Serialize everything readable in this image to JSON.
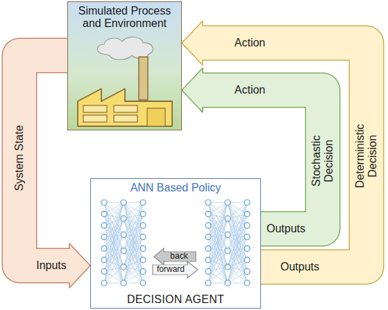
{
  "diagram": {
    "nodes": [
      {
        "text": [
          "Simulated Process and Environment"
        ]
      },
      {
        "text": [
          "ANN Based Policy",
          "DECISION AGENT"
        ]
      }
    ],
    "edges": [
      {
        "from": 0,
        "to": 1,
        "arrow": "to",
        "label": "System State"
      },
      {
        "from": 1,
        "to": 0,
        "arrow": "to",
        "label": "Stochastic Decision"
      },
      {
        "from": 1,
        "to": 0,
        "arrow": "to",
        "label": "Deterministic Decision"
      }
    ],
    "labels": [
      "Action",
      "Action",
      "Inputs",
      "back",
      "forward",
      "Outputs",
      "Outputs"
    ]
  }
}
